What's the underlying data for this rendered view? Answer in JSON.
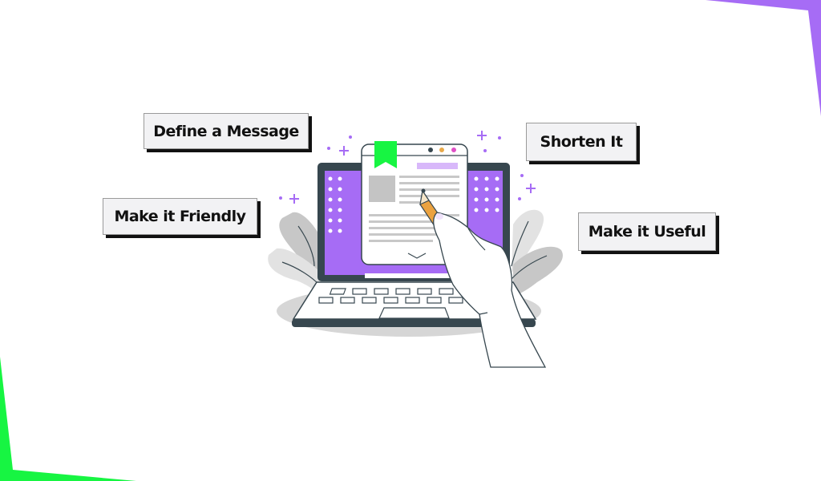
{
  "labels": {
    "define": "Define a Message",
    "friendly": "Make it Friendly",
    "shorten": "Shorten It",
    "useful": "Make it Useful"
  },
  "colors": {
    "accent_purple": "#a66cf5",
    "accent_green": "#17f542",
    "dark": "#37474f",
    "dot_orange": "#e8a94a",
    "dot_pink": "#e04fc6",
    "pencil_orange": "#eba23f",
    "card_bg": "#f2f2f4"
  }
}
